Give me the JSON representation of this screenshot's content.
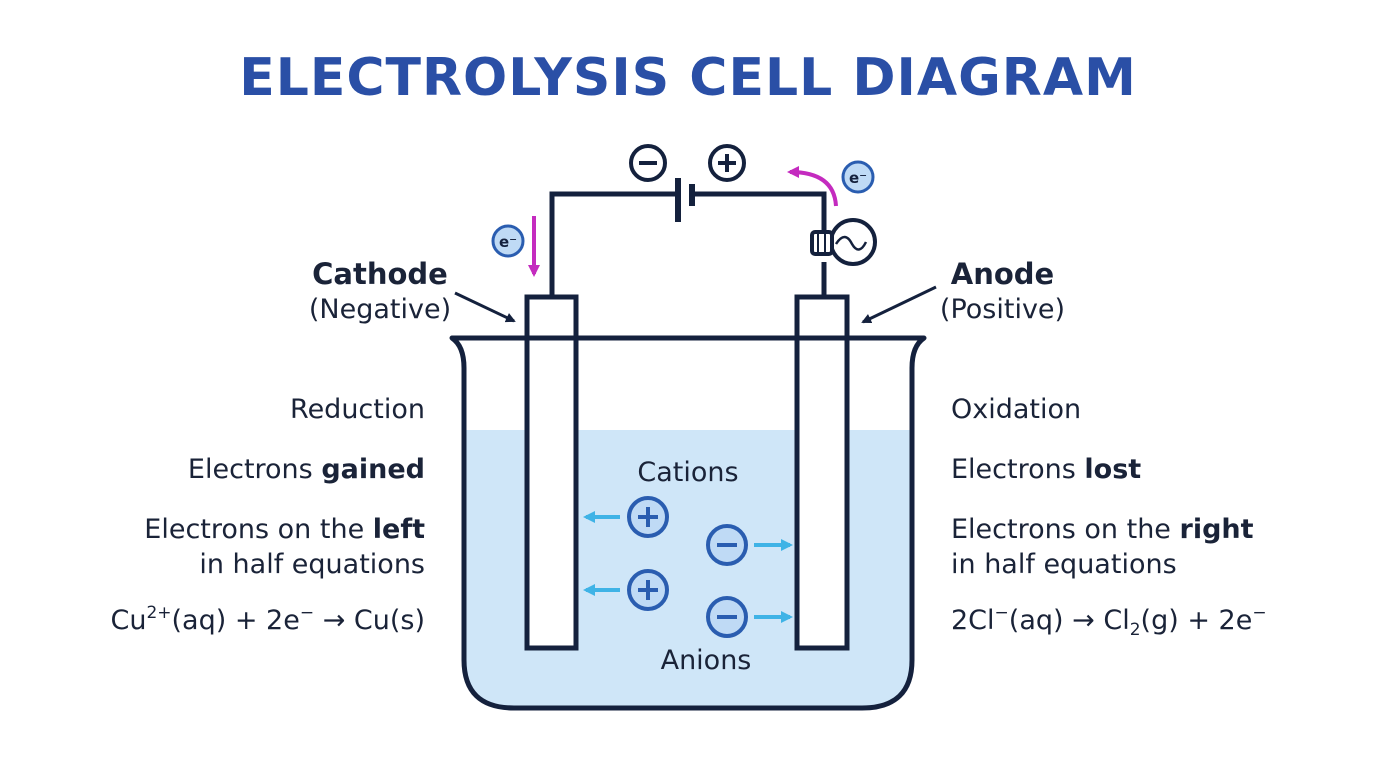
{
  "title": "ELECTROLYSIS CELL DIAGRAM",
  "battery": {
    "negative_symbol": "−",
    "positive_symbol": "+"
  },
  "electron_label": "e⁻",
  "cathode": {
    "name": "Cathode",
    "polarity": "(Negative)",
    "process": "Reduction",
    "electrons_prefix": "Electrons ",
    "electrons_emphasis": "gained",
    "position_prefix": "Electrons on the ",
    "position_emphasis": "left",
    "position_suffix": "in half equations",
    "equation": {
      "part1": "Cu",
      "sup1": "2+",
      "part2": "(aq) + 2e",
      "sup2": "−",
      "part3": " → Cu(s)"
    }
  },
  "anode": {
    "name": "Anode",
    "polarity": "(Positive)",
    "process": "Oxidation",
    "electrons_prefix": "Electrons ",
    "electrons_emphasis": "lost",
    "position_prefix": "Electrons on the ",
    "position_emphasis": "right",
    "position_suffix": "in half equations",
    "equation": {
      "part1": "2Cl",
      "sup1": "−",
      "part2": "(aq) → Cl",
      "sub1": "2",
      "part3": "(g) + 2e",
      "sup2": "−"
    }
  },
  "ions": {
    "cations": "Cations",
    "anions": "Anions"
  },
  "colors": {
    "title": "#2a4fa6",
    "outline": "#14213d",
    "electrolyte": "#cfe6f8",
    "ion_fill": "#bfdaf5",
    "ion_stroke": "#2a5db0",
    "ion_arrow": "#3fb3e6",
    "electron_arrow": "#c42bbf"
  }
}
